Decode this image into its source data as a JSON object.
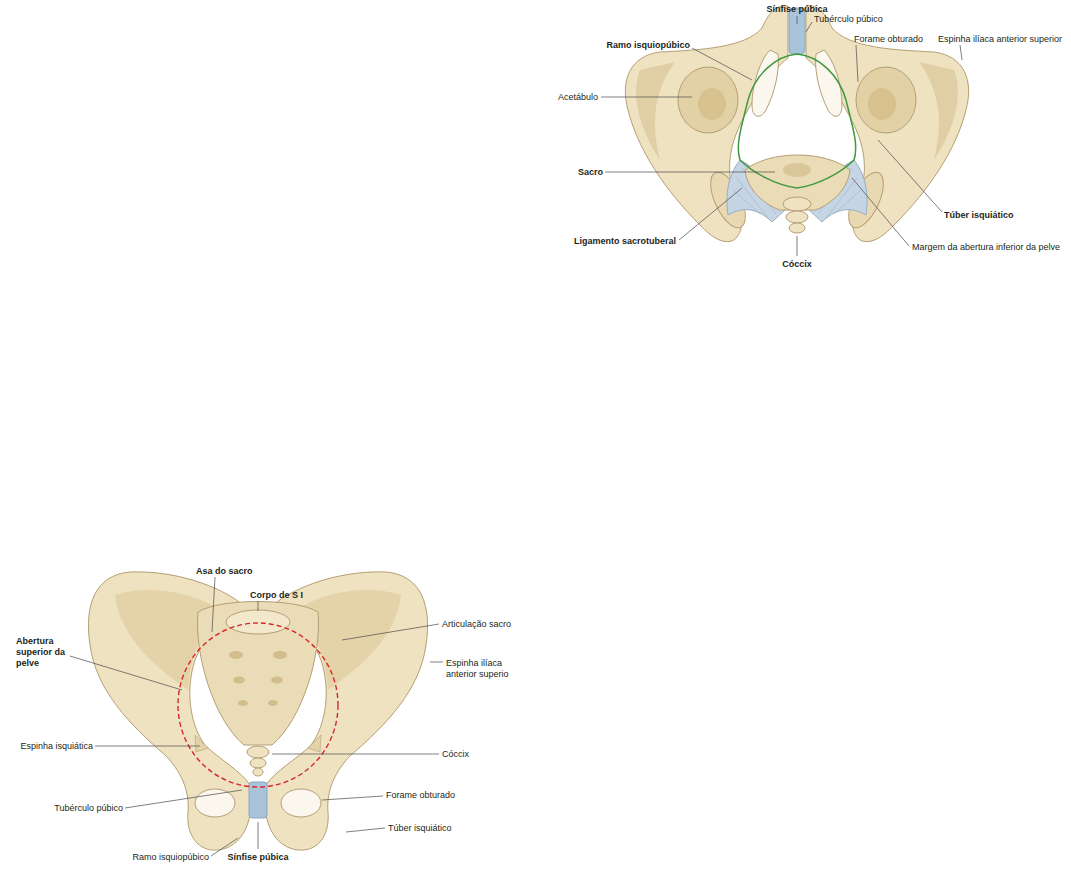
{
  "diagram": {
    "labels": [
      "Sínfise púbica",
      "Tubérculo púbico",
      "Ramo isquiopúbico",
      "Forame obturado",
      "Espinha ilíaca anterior superior",
      "Acetábulo",
      "Sacro",
      "Túber isquiático",
      "Ligamento sacrotuberal",
      "Margem da abertura inferior da pelve",
      "Cóccix",
      "Asa do sacro",
      "Corpo de S I",
      "Abertura superior da pelve",
      "Articulação sacro",
      "Espinha ilíaca anterior superio",
      "Espinha isquiática",
      "Cóccix",
      "Tubérculo púbico",
      "Forame obturado",
      "Túber isquiático",
      "Ramo isquiopúbico",
      "Sínfise púbica"
    ]
  }
}
